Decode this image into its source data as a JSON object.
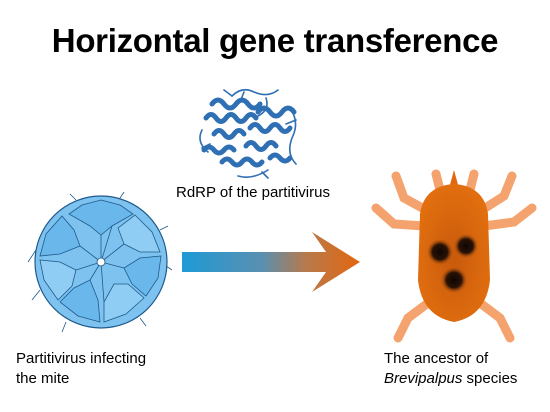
{
  "title": "Horizontal gene transference",
  "labels": {
    "rdrp": "RdRP of the partitivirus",
    "virus_line1": "Partitivirus infecting",
    "virus_line2": "the mite",
    "ancestor_line1": "The ancestor of",
    "ancestor_genus": "Brevipalpus",
    "ancestor_suffix": " species"
  },
  "icons": {
    "protein": "rdrp-protein-structure-icon",
    "virus": "partitivirus-capsid-icon",
    "arrow": "transfer-arrow-icon",
    "mite": "brevipalpus-mite-icon"
  },
  "colors": {
    "protein_blue": "#2f6fb3",
    "virus_fill": "#7ec3f0",
    "virus_stroke": "#1f5a8c",
    "arrow_start": "#1e9ad6",
    "arrow_end": "#e2660f",
    "mite_body": "#e06a10",
    "mite_legs": "#f4a36e",
    "mite_spots": "#1a0d05"
  }
}
